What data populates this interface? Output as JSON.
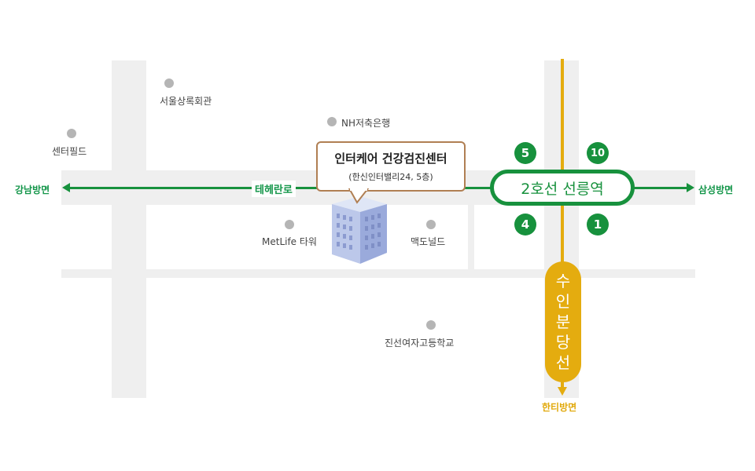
{
  "building": {
    "title": "인터케어 건강검진센터",
    "subtitle": "(한신인터밸리24, 5층)"
  },
  "station": {
    "name": "2호선 선릉역",
    "line_color": "#17913d"
  },
  "line": {
    "name_chars": [
      "수",
      "인",
      "분",
      "당",
      "선"
    ],
    "color": "#e4ac0f"
  },
  "exits": {
    "exit_5": "5",
    "exit_10": "10",
    "exit_4": "4",
    "exit_1": "1"
  },
  "roads": {
    "teheran": "테헤란로"
  },
  "directions": {
    "west": "강남방면",
    "east": "삼성방면",
    "south": "한티방면"
  },
  "landmarks": {
    "seoul_commerce": "서울상록회관",
    "center_field": "센터필드",
    "nh_bank": "NH저축은행",
    "metlife": "MetLife 타워",
    "mcdonalds": "맥도널드",
    "jinseon": "진선여자고등학교"
  },
  "colors": {
    "road": "#efefef",
    "green": "#17913d",
    "yellow": "#e4ac0f",
    "marker": "#b5b5b5",
    "callout_border": "#b07f53"
  }
}
